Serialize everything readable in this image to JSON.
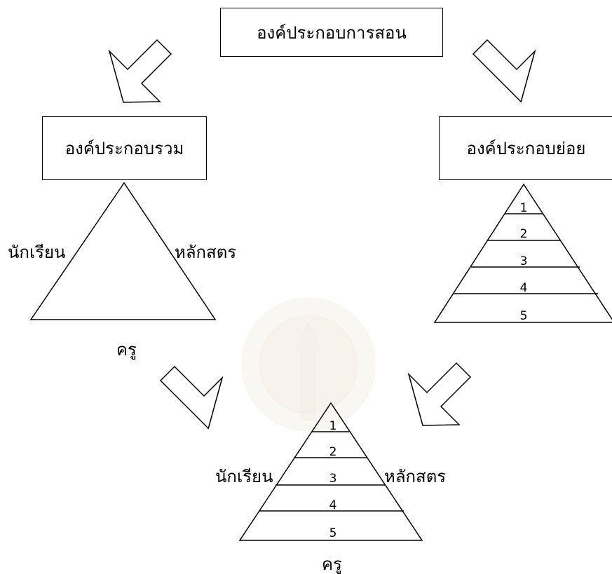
{
  "title_box": "องค์ประกอบการสอน",
  "left_box": "องค์ประกอบรวม",
  "right_box": "องค์ประกอบย่อย",
  "left_triangle": {
    "left_label": "นักเรียน",
    "right_label": "หลักสตร",
    "bottom_label": "ครู"
  },
  "right_pyramid": {
    "levels": [
      "1",
      "2",
      "3",
      "4",
      "5"
    ]
  },
  "bottom_pyramid": {
    "levels": [
      "1",
      "2",
      "3",
      "4",
      "5"
    ],
    "left_label": "นักเรียน",
    "right_label": "หลักสตร",
    "bottom_label": "ครู"
  },
  "arrows": [
    "top-left",
    "top-right",
    "bottom-left",
    "bottom-right"
  ],
  "watermark_icon": "university-seal-icon"
}
